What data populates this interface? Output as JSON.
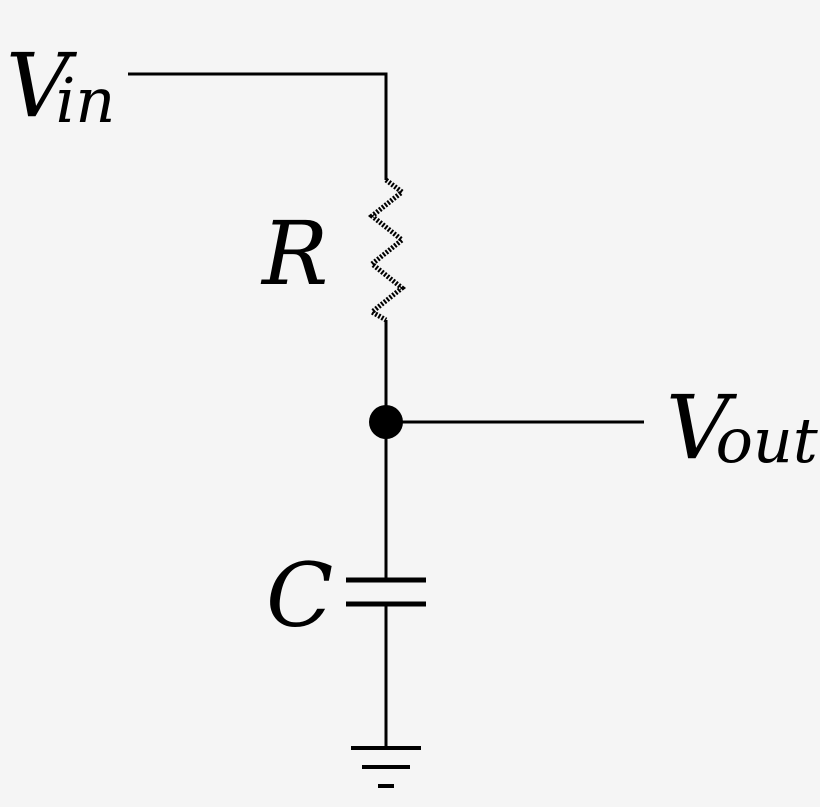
{
  "diagram": {
    "labels": {
      "vin": {
        "main": "V",
        "sub": "in"
      },
      "r": "R",
      "vout": {
        "main": "V",
        "sub": "out"
      },
      "c": "C"
    },
    "colors": {
      "background": "#f5f5f5",
      "ink": "#000000"
    }
  }
}
